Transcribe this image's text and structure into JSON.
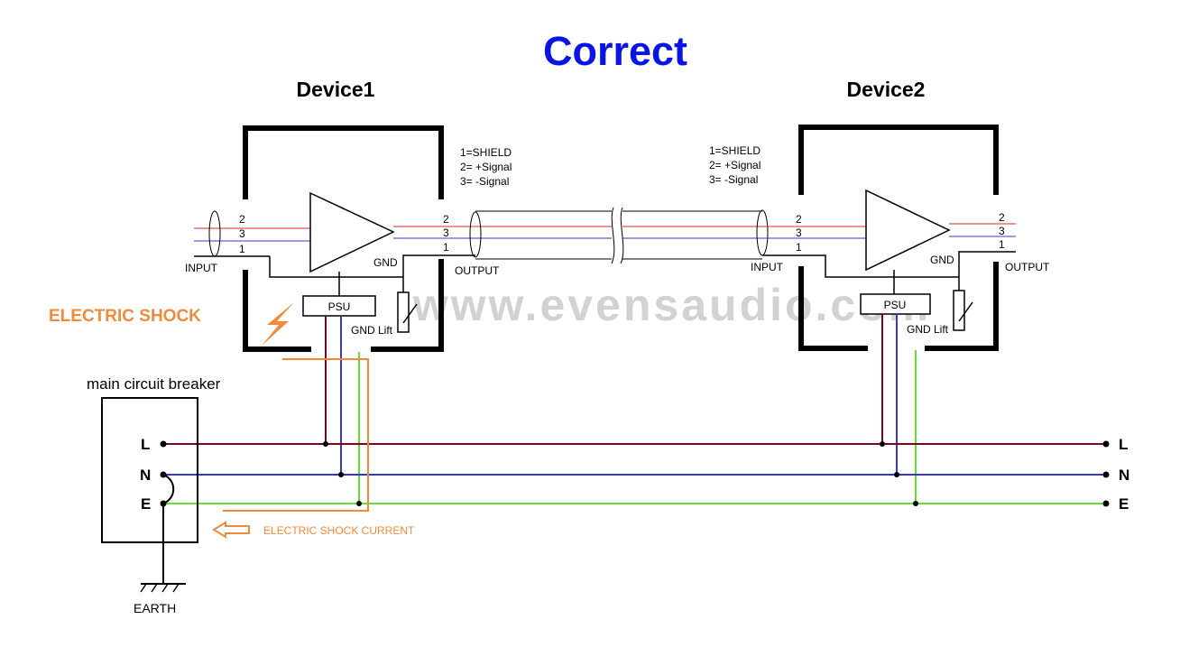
{
  "title": "Correct",
  "watermark": "www.evensaudio.com",
  "devices": [
    {
      "name": "Device1",
      "pin_legend": [
        "1=SHIELD",
        "2= +Signal",
        "3= -Signal"
      ],
      "input_label": "INPUT",
      "output_label": "OUTPUT",
      "gnd_label": "GND",
      "psu_label": "PSU",
      "gnd_lift_label": "GND Lift",
      "input_pins": [
        "2",
        "3",
        "1"
      ],
      "output_pins": [
        "2",
        "3",
        "1"
      ]
    },
    {
      "name": "Device2",
      "pin_legend": [
        "1=SHIELD",
        "2= +Signal",
        "3= -Signal"
      ],
      "input_label": "INPUT",
      "output_label": "OUTPUT",
      "gnd_label": "GND",
      "psu_label": "PSU",
      "gnd_lift_label": "GND Lift",
      "input_pins": [
        "2",
        "3",
        "1"
      ],
      "output_pins": [
        "2",
        "3",
        "1"
      ]
    }
  ],
  "electric_shock_label": "ELECTRIC SHOCK",
  "electric_shock_current_label": "ELECTRIC SHOCK CURRENT",
  "breaker_label": "main circuit breaker",
  "earth_label": "EARTH",
  "lines": [
    {
      "left": "L",
      "right": "L",
      "color": "#800020"
    },
    {
      "left": "N",
      "right": "N",
      "color": "#3838c8"
    },
    {
      "left": "E",
      "right": "E",
      "color": "#66dd33"
    }
  ],
  "colors": {
    "title": "#0a14e8",
    "shock": "#f28a3a",
    "signal_pos": "#d62828",
    "signal_neg": "#3838c8",
    "watermark": "#d2d2d2"
  }
}
